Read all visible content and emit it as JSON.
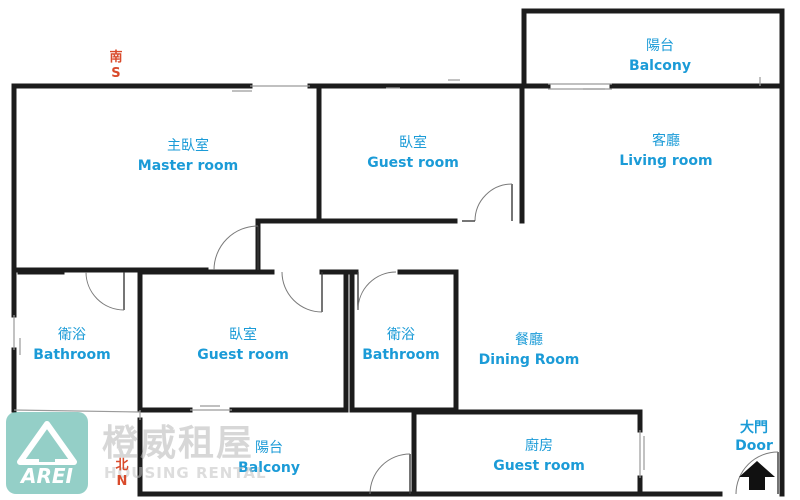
{
  "compass": {
    "south_cn": "南",
    "south_en": "S",
    "north_cn": "北",
    "north_en": "N"
  },
  "rooms": [
    {
      "id": "balcony-top",
      "cn": "陽台",
      "en": "Balcony"
    },
    {
      "id": "master-room",
      "cn": "主臥室",
      "en": "Master room"
    },
    {
      "id": "guest-room-top",
      "cn": "臥室",
      "en": "Guest room"
    },
    {
      "id": "living-room",
      "cn": "客廳",
      "en": "Living room"
    },
    {
      "id": "bathroom-left",
      "cn": "衛浴",
      "en": "Bathroom"
    },
    {
      "id": "guest-room-middle",
      "cn": "臥室",
      "en": "Guest room"
    },
    {
      "id": "bathroom-middle",
      "cn": "衛浴",
      "en": "Bathroom"
    },
    {
      "id": "dining-room",
      "cn": "餐廳",
      "en": "Dining Room"
    },
    {
      "id": "balcony-bottom",
      "cn": "陽台",
      "en": "Balcony"
    },
    {
      "id": "kitchen",
      "cn": "廚房",
      "en": "Guest room"
    }
  ],
  "entrance": {
    "cn": "大門",
    "en": "Door",
    "icon": "entry-arrow-icon"
  },
  "watermark": {
    "logo": "AREI",
    "name_cn": "橙威租屋",
    "name_en": "HOUSING RENTAL",
    "color": "#3ea89a"
  },
  "colors": {
    "label": "#1b9bd7",
    "compass": "#d94a2b",
    "wall": "#1c1c1c"
  }
}
